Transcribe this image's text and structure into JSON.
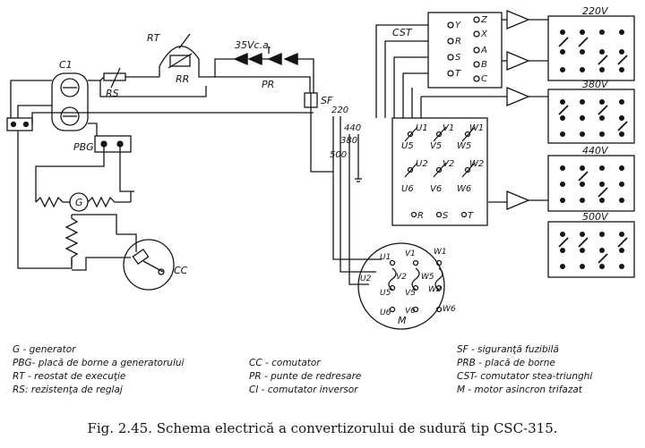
{
  "labels": {
    "c1": "C1",
    "rt": "RT",
    "rs": "RS",
    "rr": "RR",
    "v35": "35Vc.a.",
    "pr": "PR",
    "cst": "CST",
    "sf": "SF",
    "pbg": "PBG",
    "g": "G",
    "cc": "CC",
    "m": "M",
    "v220": "220",
    "v380": "380",
    "v440": "440",
    "v500": "500",
    "y": "Y",
    "r": "R",
    "s": "S",
    "t": "T",
    "z": "Z",
    "x": "X",
    "a": "A",
    "b": "B",
    "c": "C",
    "u1": "U1",
    "v1": "V1",
    "w1": "W1",
    "u5": "U5",
    "v5": "V5",
    "w5": "W5",
    "u2": "U2",
    "v2": "V2",
    "w2": "W2",
    "u6": "U6",
    "v6": "V6",
    "w6": "W6",
    "r2": "R",
    "s2": "S",
    "t2": "T",
    "panel220": "220V",
    "panel380": "380V",
    "panel440": "440V",
    "panel500": "500V"
  },
  "legend": {
    "col1": [
      "G - generator",
      "PBG- placă de borne a generatorului",
      "RT - reostat de execuţie",
      "RS: rezistenţa de reglaj"
    ],
    "col2": [
      "CC - comutator",
      "PR - punte de redresare",
      "CI - comutator inversor"
    ],
    "col3": [
      "SF - siguranţă fuzibilă",
      "PRB - placă de borne",
      "CST- comutator stea-triunghi",
      "M - motor asincron trifazat"
    ]
  },
  "caption": "Fig. 2.45. Schema electrică a convertizorului de sudură tip CSC-315."
}
